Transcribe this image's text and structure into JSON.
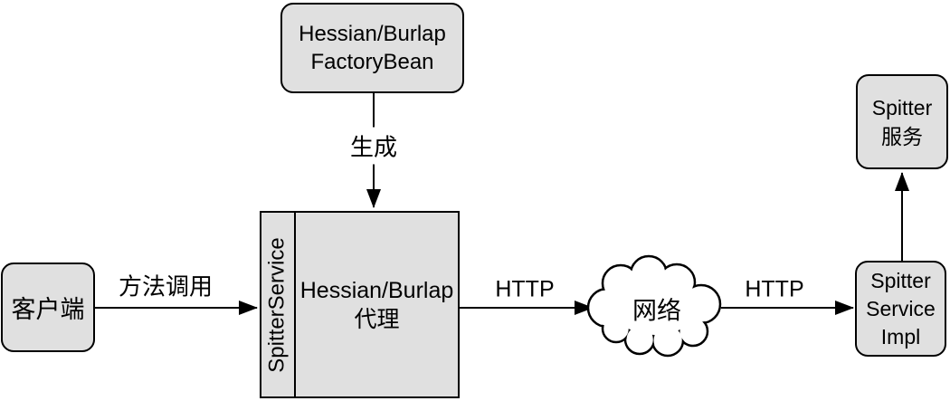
{
  "colors": {
    "box_fill": "#e0e0e0",
    "stroke": "#000000",
    "background": "#ffffff"
  },
  "nodes": {
    "factory_bean": {
      "line1": "Hessian/Burlap",
      "line2": "FactoryBean"
    },
    "client": {
      "label": "客户端"
    },
    "proxy": {
      "interface": "SpitterService",
      "line1": "Hessian/Burlap",
      "line2": "代理"
    },
    "network": {
      "label": "网络"
    },
    "service_impl": {
      "line1": "Spitter",
      "line2": "Service",
      "line3": "Impl"
    },
    "service": {
      "line1": "Spitter",
      "line2": "服务"
    }
  },
  "edges": {
    "generate": {
      "label": "生成"
    },
    "method_call": {
      "label": "方法调用"
    },
    "http_proxy_to_network": {
      "label": "HTTP"
    },
    "http_network_to_impl": {
      "label": "HTTP"
    }
  }
}
